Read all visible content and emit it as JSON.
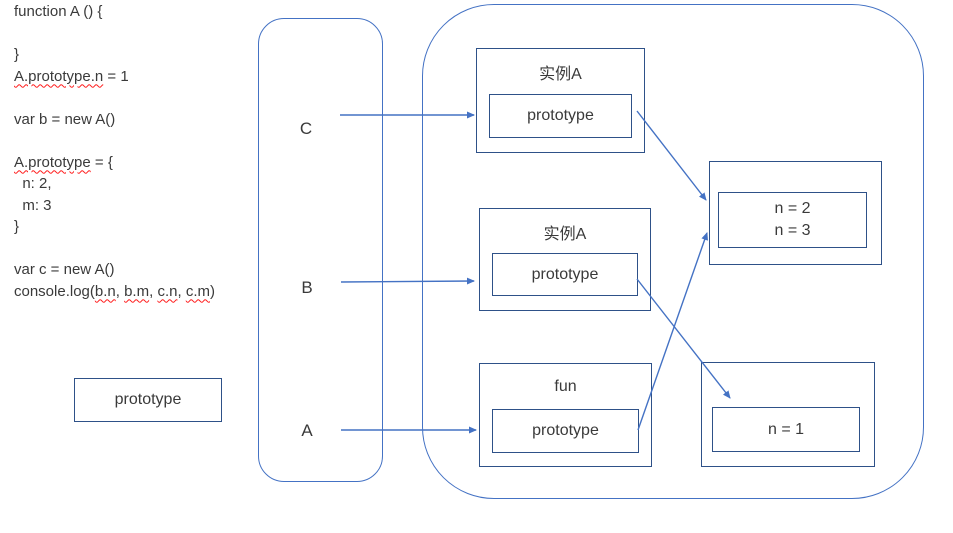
{
  "colors": {
    "box_border": "#2e5188",
    "container_border": "#4472c4",
    "arrow": "#4472c4",
    "text": "#3a3a3a",
    "squiggle": "#ff1a1a"
  },
  "code": {
    "lines": [
      [
        {
          "t": "function A () {",
          "sq": false
        }
      ],
      [],
      [
        {
          "t": "}",
          "sq": false
        }
      ],
      [
        {
          "t": "A.prototype.n",
          "sq": true
        },
        {
          "t": " = 1",
          "sq": false
        }
      ],
      [],
      [
        {
          "t": "var b = new A()",
          "sq": false
        }
      ],
      [],
      [
        {
          "t": "A.prototype",
          "sq": true
        },
        {
          "t": " = {",
          "sq": false
        }
      ],
      [
        {
          "t": "  n: 2,",
          "sq": false
        }
      ],
      [
        {
          "t": "  m: 3",
          "sq": false
        }
      ],
      [
        {
          "t": "}",
          "sq": false
        }
      ],
      [],
      [
        {
          "t": "var c = new A()",
          "sq": false
        }
      ],
      [
        {
          "t": "console.log(",
          "sq": false
        },
        {
          "t": "b.n",
          "sq": true
        },
        {
          "t": ", ",
          "sq": false
        },
        {
          "t": "b.m",
          "sq": true
        },
        {
          "t": ", ",
          "sq": false
        },
        {
          "t": "c.n",
          "sq": true
        },
        {
          "t": ", ",
          "sq": false
        },
        {
          "t": "c.m",
          "sq": true
        },
        {
          "t": ")",
          "sq": false
        }
      ]
    ]
  },
  "standalone_prototype_box": {
    "label": "prototype"
  },
  "lane": {
    "items": [
      "C",
      "B",
      "A"
    ]
  },
  "diagram": {
    "instance_boxes": [
      {
        "title": "实例A",
        "slot": "prototype"
      },
      {
        "title": "实例A",
        "slot": "prototype"
      },
      {
        "title": "fun",
        "slot": "prototype"
      }
    ],
    "value_boxes": [
      {
        "lines": [
          "n = 2",
          "n = 3"
        ]
      },
      {
        "lines": [
          "n = 1"
        ]
      }
    ]
  }
}
